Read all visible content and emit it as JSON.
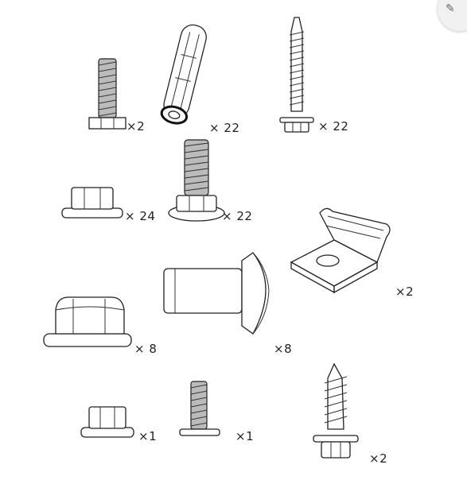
{
  "parts": [
    {
      "name": "short-threaded-bolt",
      "qty": "×2"
    },
    {
      "name": "wall-anchor",
      "qty": "× 22"
    },
    {
      "name": "long-wood-screw",
      "qty": "× 22"
    },
    {
      "name": "flange-nut-small",
      "qty": "× 24"
    },
    {
      "name": "flange-bolt",
      "qty": "× 22"
    },
    {
      "name": "l-bracket",
      "qty": "×2"
    },
    {
      "name": "large-flange-nut",
      "qty": "× 8"
    },
    {
      "name": "carriage-bolt",
      "qty": "×8"
    },
    {
      "name": "hex-nut",
      "qty": "×1"
    },
    {
      "name": "short-bolt",
      "qty": "×1"
    },
    {
      "name": "self-tapping-screw",
      "qty": "×2"
    }
  ],
  "corner_button": {
    "icon": "pencil-icon"
  }
}
